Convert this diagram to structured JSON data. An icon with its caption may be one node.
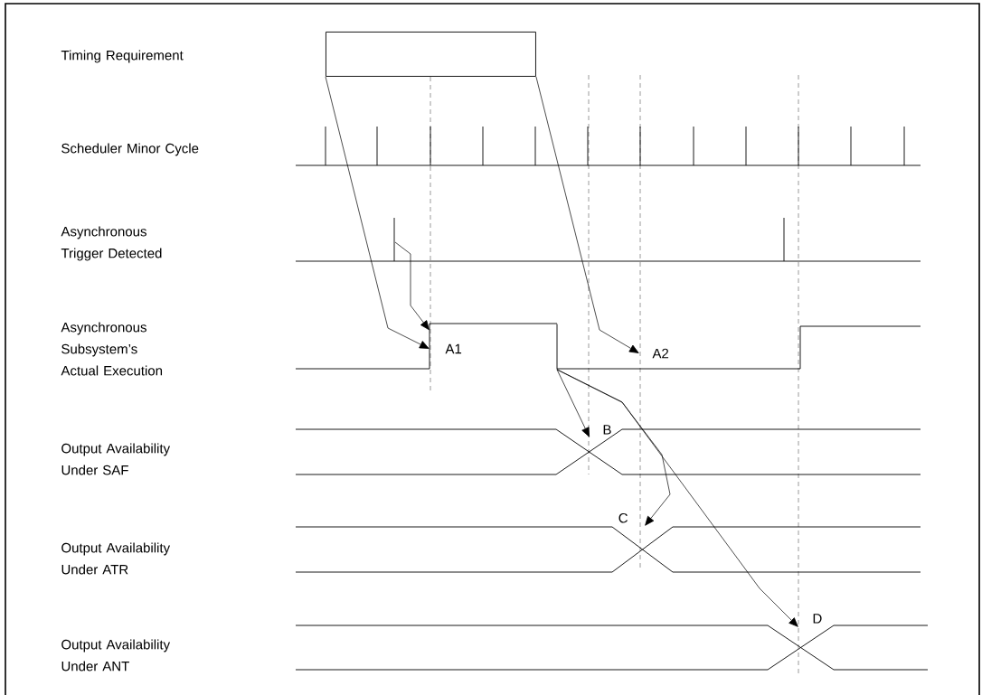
{
  "diagram": {
    "nodes": [
      {
        "text": [],
        "shape": "box"
      },
      {
        "text": [
          "A1"
        ]
      },
      {
        "text": [
          "A2"
        ]
      },
      {
        "text": [
          "B"
        ]
      },
      {
        "text": [
          "C"
        ]
      },
      {
        "text": [
          "D"
        ]
      },
      {
        "text": [],
        "shape": "bar"
      }
    ],
    "edges": [
      {
        "from": 0,
        "to": 1,
        "arrow": "to"
      },
      {
        "from": null,
        "to": 1,
        "arrow": "to"
      },
      {
        "from": 0,
        "to": 2,
        "arrow": "to"
      },
      {
        "from": 6,
        "to": 3,
        "arrow": "to"
      },
      {
        "from": 6,
        "to": 4,
        "arrow": "to"
      },
      {
        "from": 6,
        "to": 5,
        "arrow": "to"
      }
    ],
    "labels": [
      "Timing Requirement",
      "Scheduler Minor Cycle",
      "Asynchronous Trigger Detected",
      "Asynchronous Subsystem’s Actual Execution",
      "Output Availability Under SAF",
      "Output Availability Under ATR",
      "Output Availability Under ANT"
    ]
  }
}
